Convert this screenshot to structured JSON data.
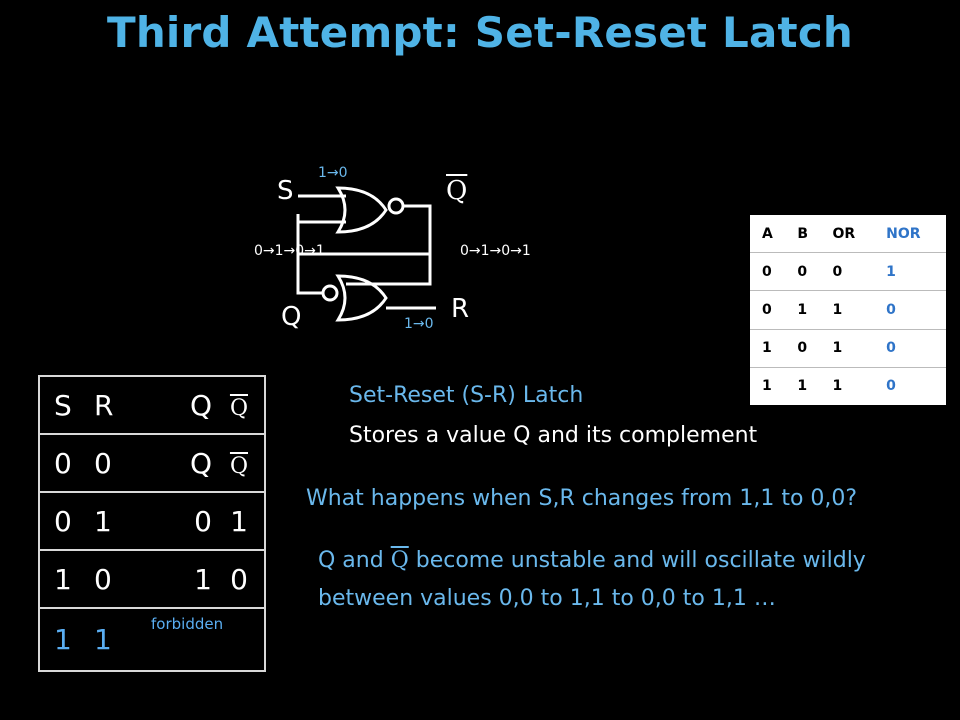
{
  "title": "Third Attempt: Set-Reset Latch",
  "circuit": {
    "labels": {
      "s": "S",
      "qbar": "Q",
      "q": "Q",
      "r": "R"
    },
    "transitions": {
      "top": "1→0",
      "left_mid": "0→1→0→1",
      "right_mid": "0→1→0→1",
      "bottom": "1→0"
    }
  },
  "truth_table": {
    "headers": [
      "A",
      "B",
      "OR",
      "NOR"
    ],
    "rows": [
      [
        "0",
        "0",
        "0",
        "1"
      ],
      [
        "0",
        "1",
        "1",
        "0"
      ],
      [
        "1",
        "0",
        "1",
        "0"
      ],
      [
        "1",
        "1",
        "1",
        "0"
      ]
    ]
  },
  "state_table": {
    "headers": [
      "S",
      "R",
      "Q",
      "Q"
    ],
    "rows": [
      [
        "0",
        "0",
        "Q",
        "Q"
      ],
      [
        "0",
        "1",
        "0",
        "1"
      ],
      [
        "1",
        "0",
        "1",
        "0"
      ]
    ],
    "last_row": [
      "1",
      "1",
      "forbidden"
    ]
  },
  "description": {
    "line1": "Set-Reset (S-R) Latch",
    "line2": "Stores a value Q and its complement"
  },
  "question": "What happens when S,R changes from 1,1 to 0,0?",
  "answer": {
    "part1": "Q and ",
    "qbar": "Q",
    "part2": " become unstable and will oscillate wildly",
    "line2": "between values 0,0 to 1,1 to 0,0  to 1,1 …"
  },
  "colors": {
    "title": "#4fb3e6",
    "accent_blue": "#6ab8ec",
    "nor_blue": "#2f74c8"
  }
}
